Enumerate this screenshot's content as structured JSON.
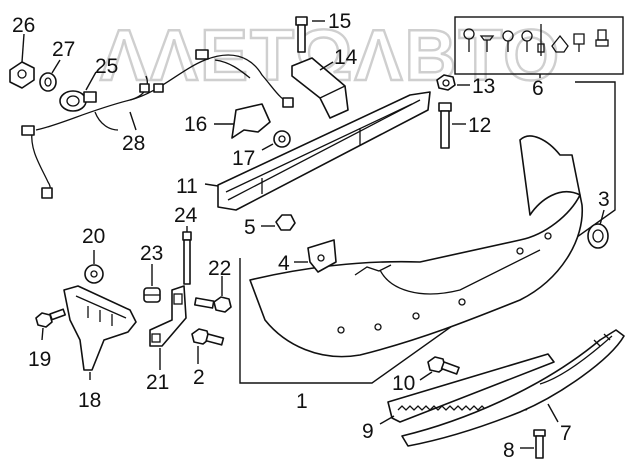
{
  "watermark": "ΛΛΕΤΩΛΒΤΟ",
  "callouts": [
    {
      "id": "c1",
      "label": "1"
    },
    {
      "id": "c2",
      "label": "2"
    },
    {
      "id": "c3",
      "label": "3"
    },
    {
      "id": "c4",
      "label": "4"
    },
    {
      "id": "c5",
      "label": "5"
    },
    {
      "id": "c6",
      "label": "6"
    },
    {
      "id": "c7",
      "label": "7"
    },
    {
      "id": "c8",
      "label": "8"
    },
    {
      "id": "c9",
      "label": "9"
    },
    {
      "id": "c10",
      "label": "10"
    },
    {
      "id": "c11",
      "label": "11"
    },
    {
      "id": "c12",
      "label": "12"
    },
    {
      "id": "c13",
      "label": "13"
    },
    {
      "id": "c14",
      "label": "14"
    },
    {
      "id": "c15",
      "label": "15"
    },
    {
      "id": "c16",
      "label": "16"
    },
    {
      "id": "c17",
      "label": "17"
    },
    {
      "id": "c18",
      "label": "18"
    },
    {
      "id": "c19",
      "label": "19"
    },
    {
      "id": "c20",
      "label": "20"
    },
    {
      "id": "c21",
      "label": "21"
    },
    {
      "id": "c22",
      "label": "22"
    },
    {
      "id": "c23",
      "label": "23"
    },
    {
      "id": "c24",
      "label": "24"
    },
    {
      "id": "c25",
      "label": "25"
    },
    {
      "id": "c26",
      "label": "26"
    },
    {
      "id": "c27",
      "label": "27"
    },
    {
      "id": "c28",
      "label": "28"
    }
  ],
  "colors": {
    "line": "#111111",
    "background": "#ffffff",
    "watermark": "#cfcfcf"
  }
}
